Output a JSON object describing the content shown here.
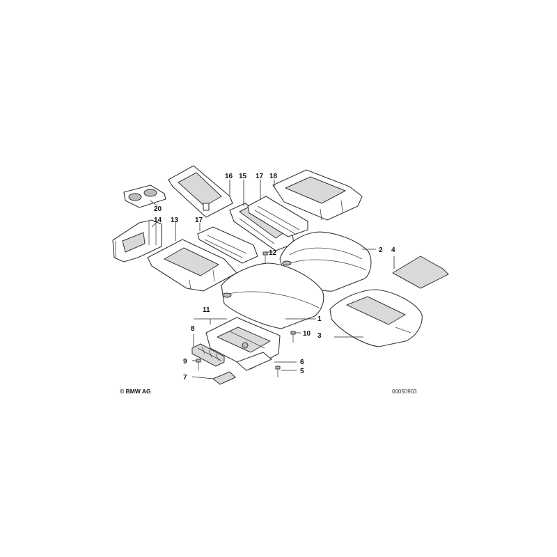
{
  "callouts": {
    "c1": "1",
    "c2": "2",
    "c3": "3",
    "c4": "4",
    "c5": "5",
    "c6": "6",
    "c7": "7",
    "c8": "8",
    "c9": "9",
    "c10": "10",
    "c11": "11",
    "c12": "12",
    "c13": "13",
    "c14": "14",
    "c15": "15",
    "c16": "16",
    "c17a": "17",
    "c17b": "17",
    "c18": "18",
    "c20": "20"
  },
  "footer": {
    "copyright": "© BMW AG",
    "drawing_number": "00050903"
  },
  "colors": {
    "line": "#333333",
    "fill_light": "#d9d9d9",
    "fill_dark": "#bcbcbc",
    "background": "#ffffff"
  }
}
